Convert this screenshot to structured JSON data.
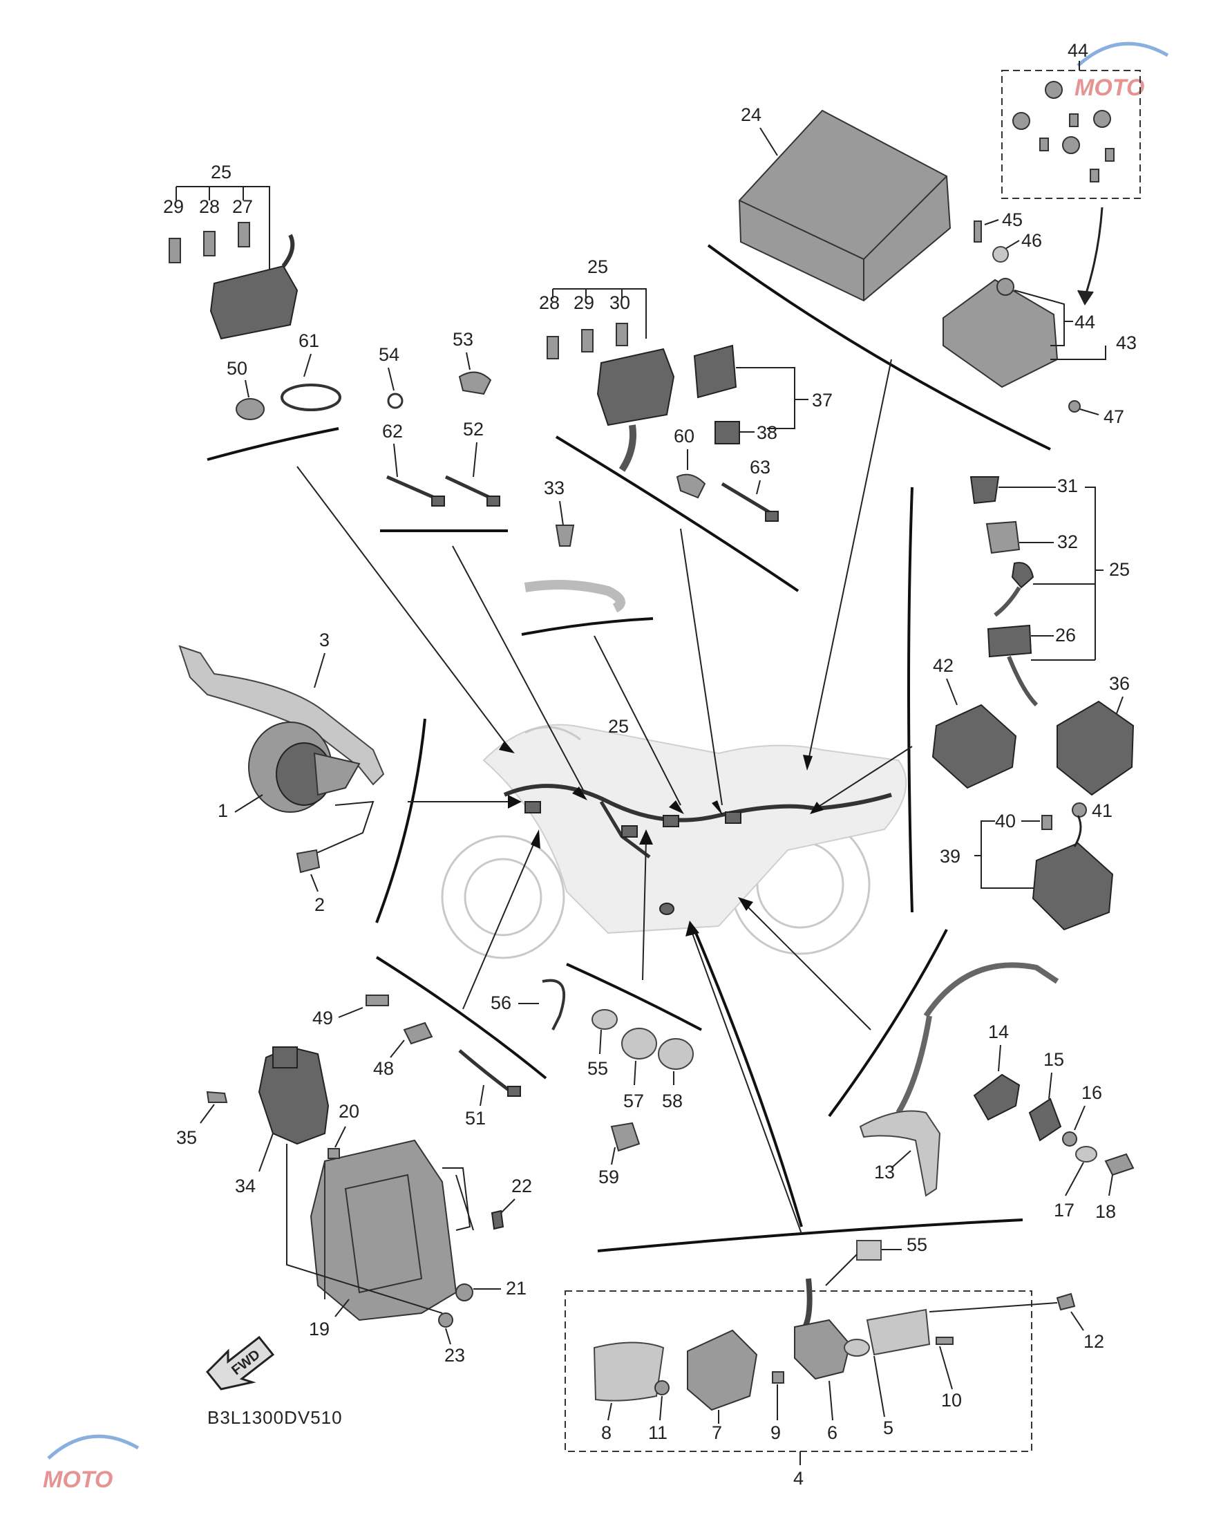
{
  "diagram": {
    "code": "B3L1300DV510",
    "forward_label": "FWD",
    "watermark": "MOTO"
  },
  "callouts": {
    "c1": "1",
    "c2": "2",
    "c3": "3",
    "c4": "4",
    "c5": "5",
    "c6": "6",
    "c7": "7",
    "c8": "8",
    "c9": "9",
    "c10": "10",
    "c11": "11",
    "c12": "12",
    "c13": "13",
    "c14": "14",
    "c15": "15",
    "c16": "16",
    "c17": "17",
    "c18": "18",
    "c19": "19",
    "c20": "20",
    "c21": "21",
    "c22": "22",
    "c23": "23",
    "c24": "24",
    "c25a": "25",
    "c25b": "25",
    "c25c": "25",
    "c25d": "25",
    "c26": "26",
    "c27": "27",
    "c28a": "28",
    "c28b": "28",
    "c29a": "29",
    "c29b": "29",
    "c30": "30",
    "c31": "31",
    "c32": "32",
    "c33": "33",
    "c34": "34",
    "c35": "35",
    "c36": "36",
    "c37": "37",
    "c38": "38",
    "c39": "39",
    "c40": "40",
    "c41": "41",
    "c42": "42",
    "c43": "43",
    "c44a": "44",
    "c44b": "44",
    "c45": "45",
    "c46": "46",
    "c47": "47",
    "c48": "48",
    "c49": "49",
    "c50": "50",
    "c51": "51",
    "c52": "52",
    "c53": "53",
    "c54": "54",
    "c55a": "55",
    "c55b": "55",
    "c56": "56",
    "c57": "57",
    "c58": "58",
    "c59": "59",
    "c60": "60",
    "c61": "61",
    "c62": "62",
    "c63": "63"
  }
}
